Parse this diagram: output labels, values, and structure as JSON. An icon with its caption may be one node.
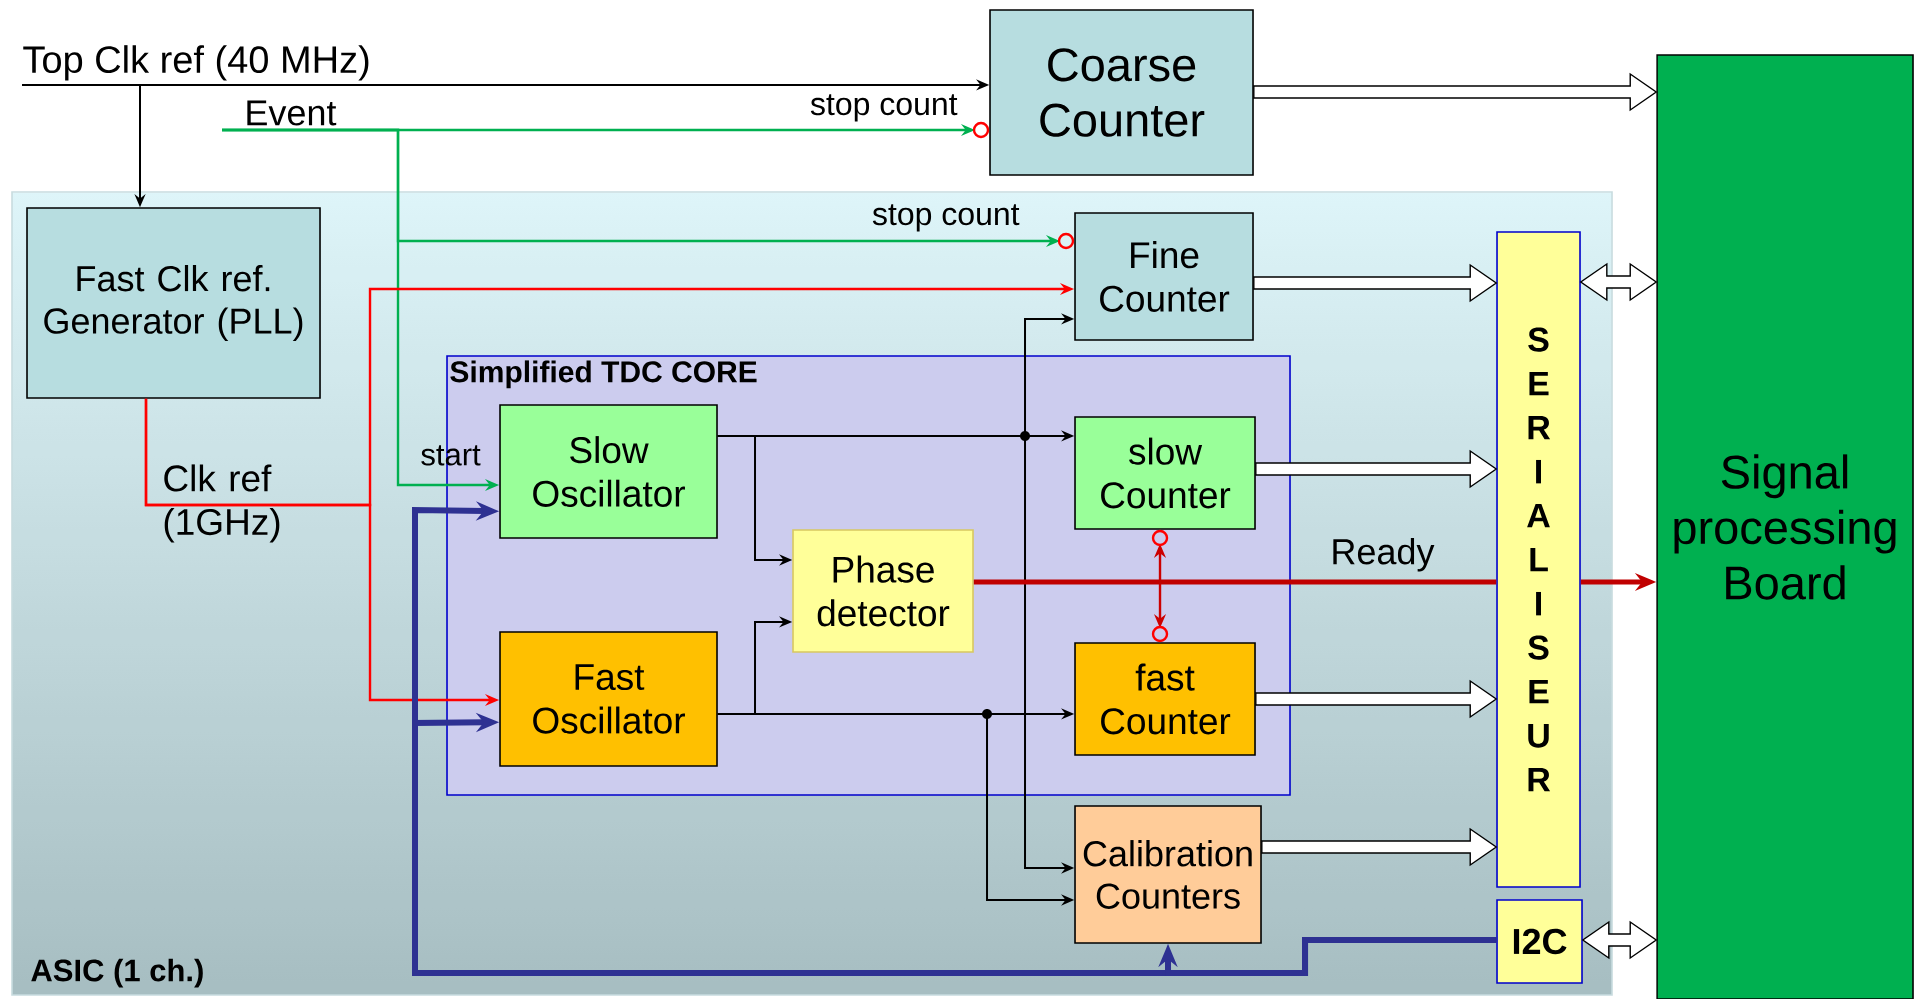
{
  "diagram": {
    "nodes": [
      {
        "text": [
          "Top Clk ref (40 MHz)"
        ]
      },
      {
        "text": [
          "Coarse Counter"
        ]
      },
      {
        "text": [
          "Event"
        ]
      },
      {
        "text": [
          "ASIC (1 ch.)"
        ]
      },
      {
        "text": [
          "Fast Clk ref. Generator (PLL)"
        ],
        "in": 3
      },
      {
        "text": [
          "Fine Counter"
        ],
        "in": 3
      },
      {
        "text": [
          "Simplified TDC CORE"
        ],
        "in": 3
      },
      {
        "text": [
          "Slow Oscillator"
        ],
        "in": 6
      },
      {
        "text": [
          "slow Counter"
        ],
        "in": 6
      },
      {
        "text": [
          "Phase detector"
        ],
        "in": 6
      },
      {
        "text": [
          "Fast Oscillator"
        ],
        "in": 6
      },
      {
        "text": [
          "fast Counter"
        ],
        "in": 6
      },
      {
        "text": [
          "Calibration Counters"
        ],
        "in": 3
      },
      {
        "text": [
          "SERIALISEUR"
        ],
        "in": 3
      },
      {
        "text": [
          "I2C"
        ],
        "in": 3
      },
      {
        "text": [
          "Signal processing Board"
        ]
      }
    ],
    "edges": [
      {
        "from": 0,
        "to": 1,
        "arrow": "to"
      },
      {
        "from": 0,
        "to": 4,
        "arrow": "to"
      },
      {
        "from": 2,
        "to": 1,
        "arrow": "to",
        "label": "stop count",
        "color": "#00b050"
      },
      {
        "from": 2,
        "to": 5,
        "arrow": "to",
        "label": "stop count",
        "color": "#00b050"
      },
      {
        "from": 2,
        "to": 7,
        "arrow": "to",
        "label": "start",
        "color": "#00b050"
      },
      {
        "from": 4,
        "to": 5,
        "arrow": "to",
        "color": "#ff0000"
      },
      {
        "from": 4,
        "to": 10,
        "arrow": "to",
        "label": "Clk ref (1GHz)",
        "color": "#ff0000"
      },
      {
        "from": 7,
        "to": 8,
        "arrow": "to"
      },
      {
        "from": 7,
        "to": 9,
        "arrow": "to"
      },
      {
        "from": 10,
        "to": 9,
        "arrow": "to"
      },
      {
        "from": 10,
        "to": 11,
        "arrow": "to"
      },
      {
        "from": 7,
        "to": 5,
        "arrow": "to"
      },
      {
        "from": 7,
        "to": 12,
        "arrow": "to"
      },
      {
        "from": 10,
        "to": 12,
        "arrow": "to"
      },
      {
        "from": 8,
        "to": 11,
        "arrow": "both",
        "color": "#cc0000"
      },
      {
        "from": 9,
        "to": 13,
        "arrow": "none",
        "label": "Ready",
        "color": "#c00000"
      },
      {
        "from": 13,
        "to": 15,
        "arrow": "to",
        "color": "#c00000"
      },
      {
        "from": 1,
        "to": 15,
        "arrow": "to",
        "style": "thick"
      },
      {
        "from": 5,
        "to": 13,
        "arrow": "to",
        "style": "thick"
      },
      {
        "from": 8,
        "to": 13,
        "arrow": "to",
        "style": "thick"
      },
      {
        "from": 11,
        "to": 13,
        "arrow": "to",
        "style": "thick"
      },
      {
        "from": 12,
        "to": 13,
        "arrow": "to",
        "style": "thick"
      },
      {
        "from": 13,
        "to": 15,
        "arrow": "both",
        "style": "thick"
      },
      {
        "from": 14,
        "to": 15,
        "arrow": "both",
        "style": "thick"
      },
      {
        "from": 14,
        "to": 7,
        "arrow": "to",
        "style": "thick",
        "color": "#2e3192"
      },
      {
        "from": 14,
        "to": 10,
        "arrow": "to",
        "style": "thick",
        "color": "#2e3192"
      },
      {
        "from": 14,
        "to": 12,
        "arrow": "to",
        "style": "thick",
        "color": "#2e3192"
      }
    ]
  }
}
